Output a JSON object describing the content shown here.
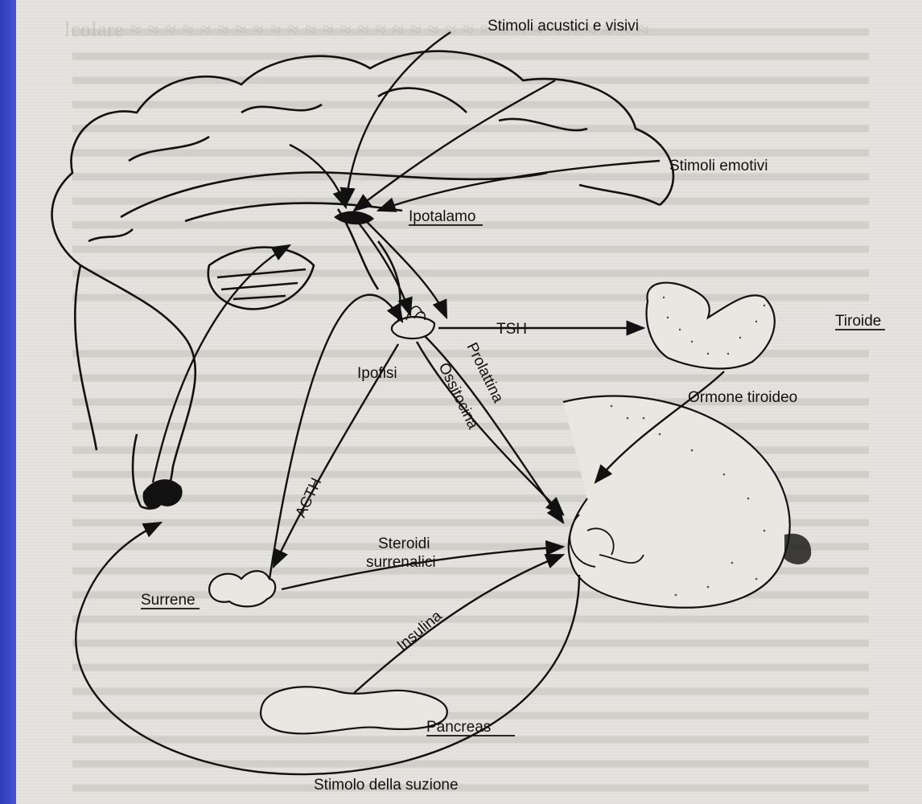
{
  "labels": {
    "stimoli_acustici": "Stimoli acustici e visivi",
    "stimoli_emotivi": "Stimoli emotivi",
    "ipotalamo": "Ipotalamo",
    "ipofisi": "Ipofisi",
    "tsh": "TSH",
    "tiroide": "Tiroide",
    "prolattina": "Prolattina",
    "ossitocina": "Ossitocina",
    "ormone_tiroideo": "Ormone tiroideo",
    "acth": "ACTH",
    "steroidi_1": "Steroidi",
    "steroidi_2": "surrenalici",
    "surrene": "Surrene",
    "insulina": "Insulina",
    "pancreas": "Pancreas",
    "stimolo_suzione": "Stimolo della suzione"
  },
  "colors": {
    "frame_blue": "#3a47c8",
    "paper": "#e4e3df",
    "ink": "#111111"
  }
}
